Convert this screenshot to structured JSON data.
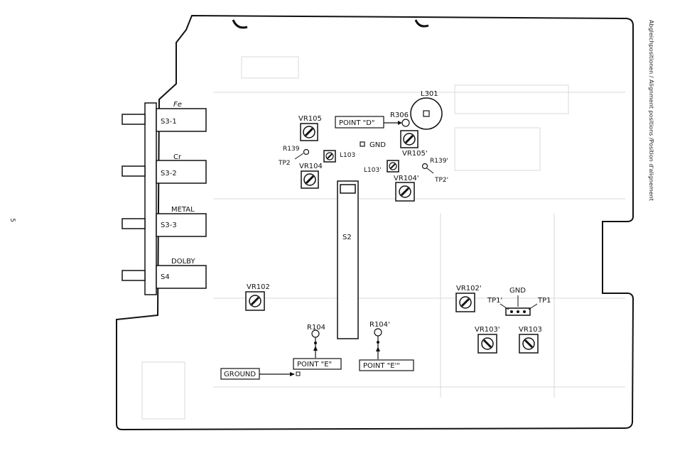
{
  "page": {
    "number": "5"
  },
  "caption": "Abgleichpositionen / Alignment positions /Position d'alignement",
  "switches": [
    {
      "id": "s3-1",
      "label": "S3-1",
      "position": "Fe"
    },
    {
      "id": "s3-2",
      "label": "S3-2",
      "position": "Cr"
    },
    {
      "id": "s3-3",
      "label": "S3-3",
      "position": "METAL"
    },
    {
      "id": "s4",
      "label": "S4",
      "position": "DOLBY"
    }
  ],
  "slide_switch": {
    "label": "S2"
  },
  "trimmers": {
    "vr105": "VR105",
    "vr104": "VR104",
    "vr105p": "VR105'",
    "vr104p": "VR104'",
    "vr102": "VR102",
    "vr102p": "VR102'",
    "vr103p": "VR103'",
    "vr103": "VR103"
  },
  "coils": {
    "l103": "L103",
    "l103p": "L103'",
    "l301": "L301"
  },
  "resistors": {
    "r139": "R139",
    "r139p": "R139'",
    "r306": "R306",
    "r104": "R104",
    "r104p": "R104'"
  },
  "test_points": {
    "tp2": "TP2",
    "tp2p": "TP2'",
    "tp1p": "TP1'",
    "tp1": "TP1",
    "gnd": "GND",
    "gnd2": "GND"
  },
  "callouts": {
    "point_d": "POINT \"D\"",
    "point_e": "POINT \"E\"",
    "point_ep": "POINT \"E'\"",
    "ground": "GROUND"
  }
}
